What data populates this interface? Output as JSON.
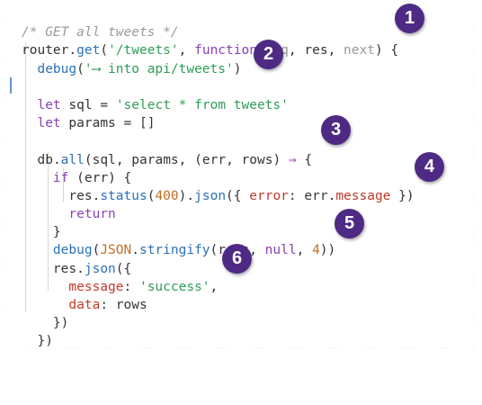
{
  "code": {
    "comment": "/* GET all tweets */",
    "router": "router",
    "get": "get",
    "route": "'/tweets'",
    "function_kw": "function",
    "req": "req",
    "res": "res",
    "next": "next",
    "debug": "debug",
    "debug_msg": "'⟶ into api/tweets'",
    "let": "let",
    "sql": "sql",
    "sql_value": "'select * from tweets'",
    "params": "params",
    "empty_array": "[]",
    "db": "db",
    "all": "all",
    "err": "err",
    "rows": "rows",
    "arrow_op": "⇒",
    "if_kw": "if",
    "status": "status",
    "status_code": "400",
    "json": "json",
    "error_key": "error",
    "message_prop": "message",
    "return_kw": "return",
    "JSON": "JSON",
    "stringify": "stringify",
    "null_kw": "null",
    "indent": "4",
    "message_key": "message",
    "success": "'success'",
    "data_key": "data"
  },
  "badges": [
    "1",
    "2",
    "3",
    "4",
    "5",
    "6"
  ]
}
